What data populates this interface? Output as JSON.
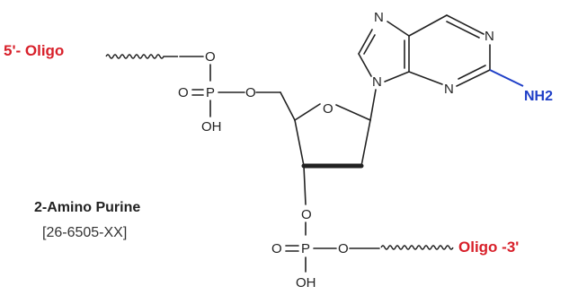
{
  "labels": {
    "five_prime": "5'- Oligo",
    "three_prime": "Oligo -3'",
    "amine": "NH2",
    "title": "2-Amino Purine",
    "catalog": "[26-6505-XX]"
  },
  "atoms": {
    "o": "O",
    "p": "P",
    "oh": "OH",
    "n": "N"
  },
  "colors": {
    "oligo_label": "#d8202a",
    "amine": "#1f3fc7",
    "bond": "#222222"
  }
}
